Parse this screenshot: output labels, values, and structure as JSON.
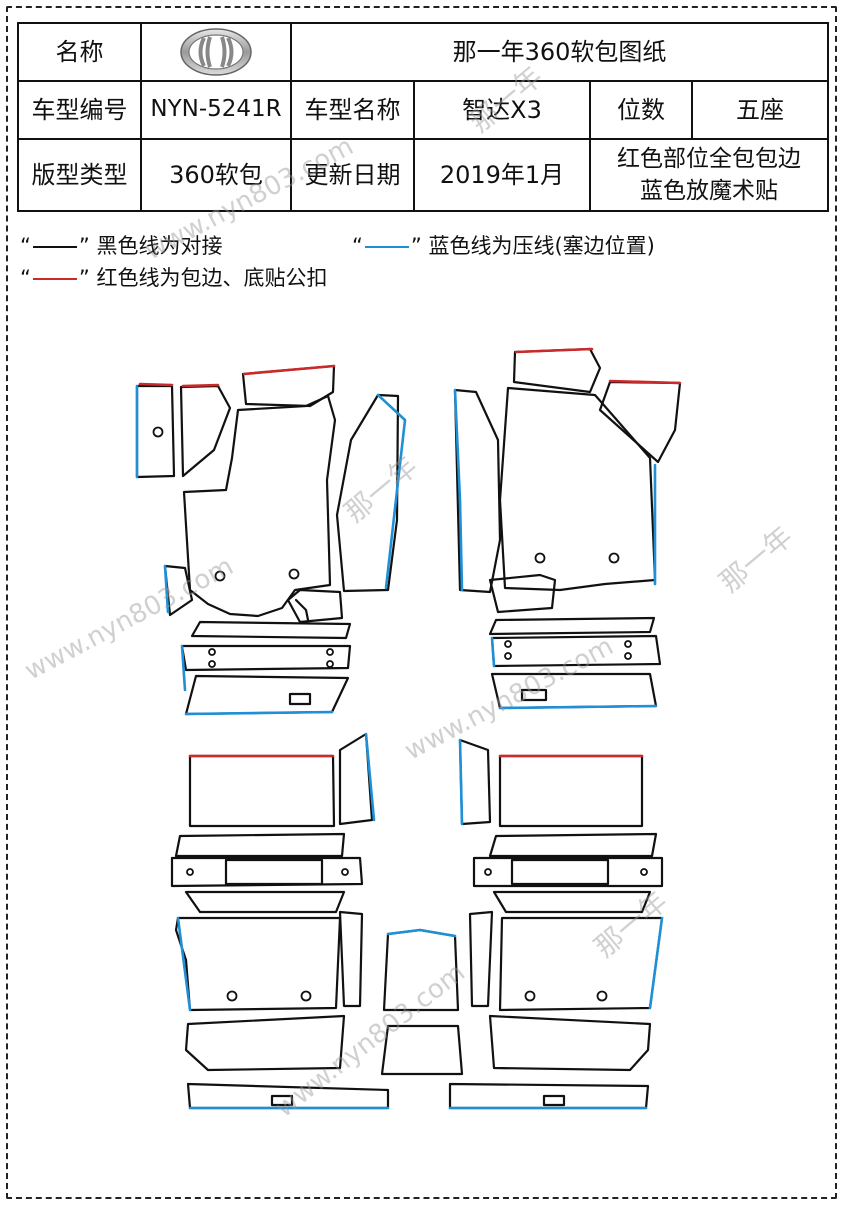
{
  "header": {
    "name_label": "名称",
    "title": "那一年360软包图纸",
    "model_code_label": "车型编号",
    "model_code": "NYN-5241R",
    "model_name_label": "车型名称",
    "model_name": "智达X3",
    "seats_label": "位数",
    "seats": "五座",
    "pattern_label": "版型类型",
    "pattern": "360软包",
    "updated_label": "更新日期",
    "updated": "2019年1月",
    "note_line1": "红色部位全包包边",
    "note_line2": "蓝色放魔术贴"
  },
  "legend": {
    "black_open": "“",
    "black_close": "”",
    "black_text": "黑色线为对接",
    "blue_open": "“",
    "blue_close": "”",
    "blue_text": "蓝色线为压线(塞边位置)",
    "red_open": "“",
    "red_close": "”",
    "red_text": "红色线为包边、底贴公扣"
  },
  "colors": {
    "black_line": "#111111",
    "blue_line": "#1f8fd6",
    "red_line": "#cc2a2a"
  },
  "logo": {
    "icon": "car-brand-logo-icon"
  },
  "watermarks": [
    "www.nyn803.com",
    "那一年"
  ]
}
